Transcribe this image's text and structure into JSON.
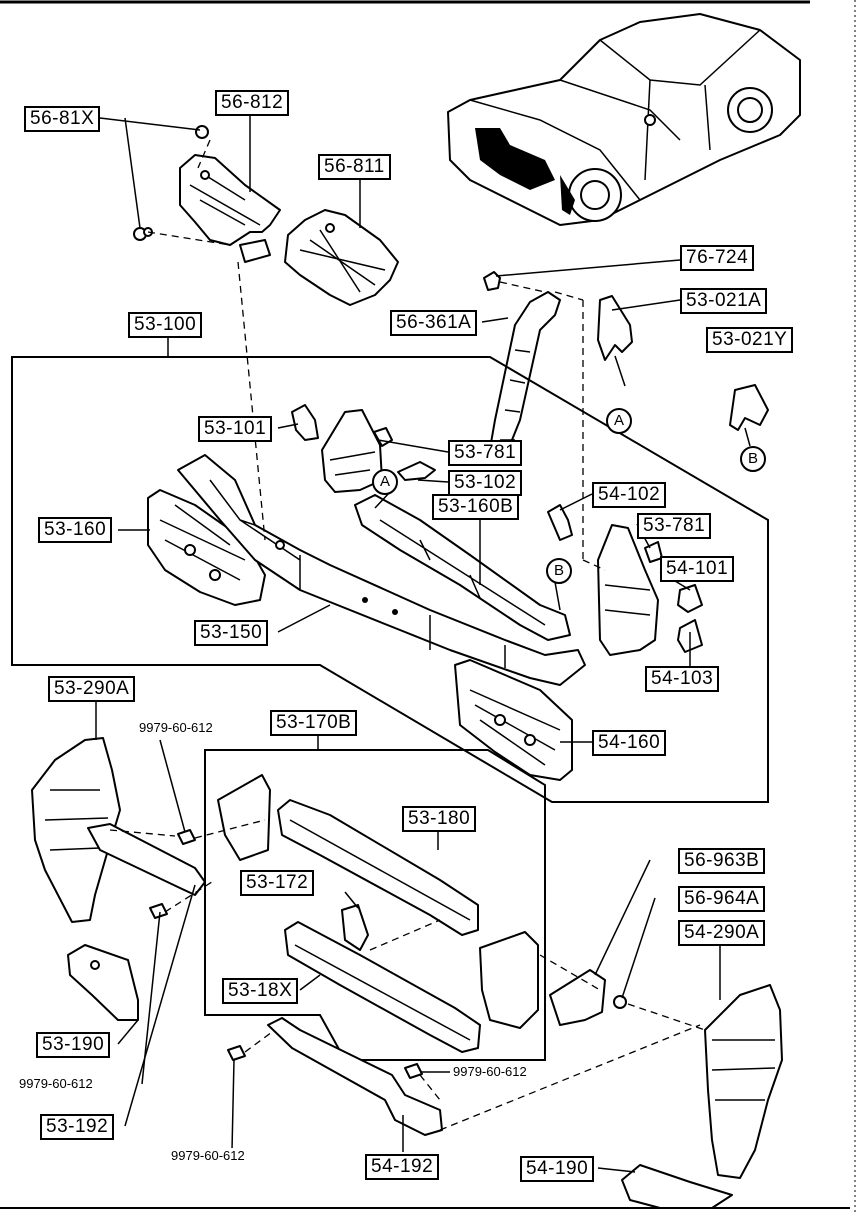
{
  "labels": {
    "p56_81x": "56-81X",
    "p56_812": "56-812",
    "p56_811": "56-811",
    "p76_724": "76-724",
    "p56_361a": "56-361A",
    "p53_021a": "53-021A",
    "p53_021y": "53-021Y",
    "p53_100": "53-100",
    "p53_101": "53-101",
    "p53_781a": "53-781",
    "p53_102": "53-102",
    "p53_160b": "53-160B",
    "p54_102": "54-102",
    "p53_781b": "53-781",
    "p54_101": "54-101",
    "p53_160": "53-160",
    "p53_150": "53-150",
    "p54_103": "54-103",
    "p53_290a": "53-290A",
    "p53_170b": "53-170B",
    "p54_160": "54-160",
    "p53_180": "53-180",
    "p53_172": "53-172",
    "p56_963b": "56-963B",
    "p56_964a": "56-964A",
    "p54_290a": "54-290A",
    "p53_18x": "53-18X",
    "p53_190": "53-190",
    "p53_192": "53-192",
    "p54_192": "54-192",
    "p54_190": "54-190"
  },
  "bolt_refs": {
    "top": "9979-60-612",
    "left": "9979-60-612",
    "mid": "9979-60-612",
    "bottom": "9979-60-612"
  },
  "markers": {
    "a_right": "A",
    "a_mid": "A",
    "b_right": "B",
    "b_mid": "B"
  }
}
